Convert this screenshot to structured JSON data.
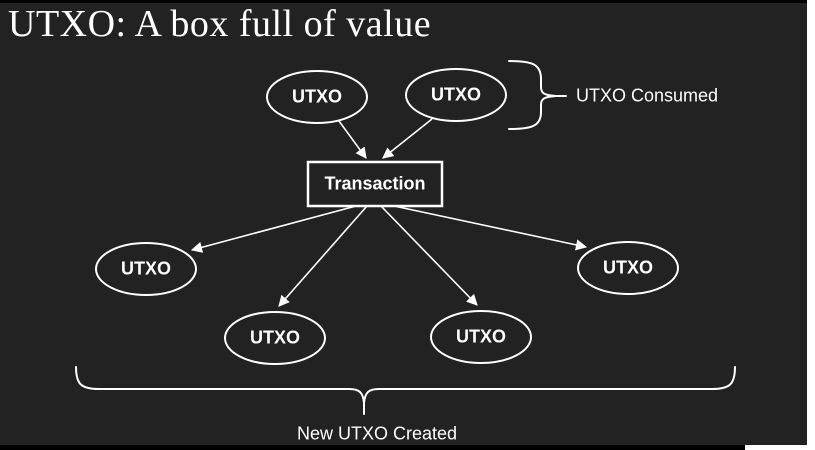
{
  "slide": {
    "title": "UTXO: A box full of value"
  },
  "diagram": {
    "inputs": [
      {
        "label": "UTXO"
      },
      {
        "label": "UTXO"
      }
    ],
    "transaction": {
      "label": "Transaction"
    },
    "outputs": [
      {
        "label": "UTXO"
      },
      {
        "label": "UTXO"
      },
      {
        "label": "UTXO"
      },
      {
        "label": "UTXO"
      }
    ],
    "consumed_caption": "UTXO Consumed",
    "created_caption": "New UTXO Created"
  },
  "colors": {
    "background": "#222222",
    "stroke": "#ffffff",
    "text": "#ffffff",
    "edge_bar": "#000000",
    "page": "#ffffff"
  }
}
